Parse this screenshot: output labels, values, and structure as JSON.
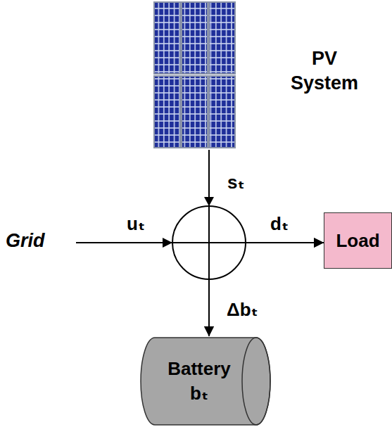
{
  "diagram": {
    "nodes": [
      {
        "text": [
          "PV System"
        ]
      },
      {
        "text": [
          "Grid"
        ]
      },
      {
        "text": [
          "Load"
        ]
      },
      {
        "text": [
          "Battery",
          "bₜ"
        ]
      }
    ],
    "edges": [
      {
        "from": 0,
        "to": 2,
        "arrow": "to"
      },
      {
        "from": 0,
        "to": 3,
        "arrow": "to"
      },
      {
        "from": 1,
        "to": 2,
        "arrow": "to"
      },
      {
        "from": 1,
        "to": 3,
        "arrow": "to"
      }
    ],
    "labels": [
      "sₜ",
      "uₜ",
      "dₜ",
      "Δbₜ"
    ]
  }
}
